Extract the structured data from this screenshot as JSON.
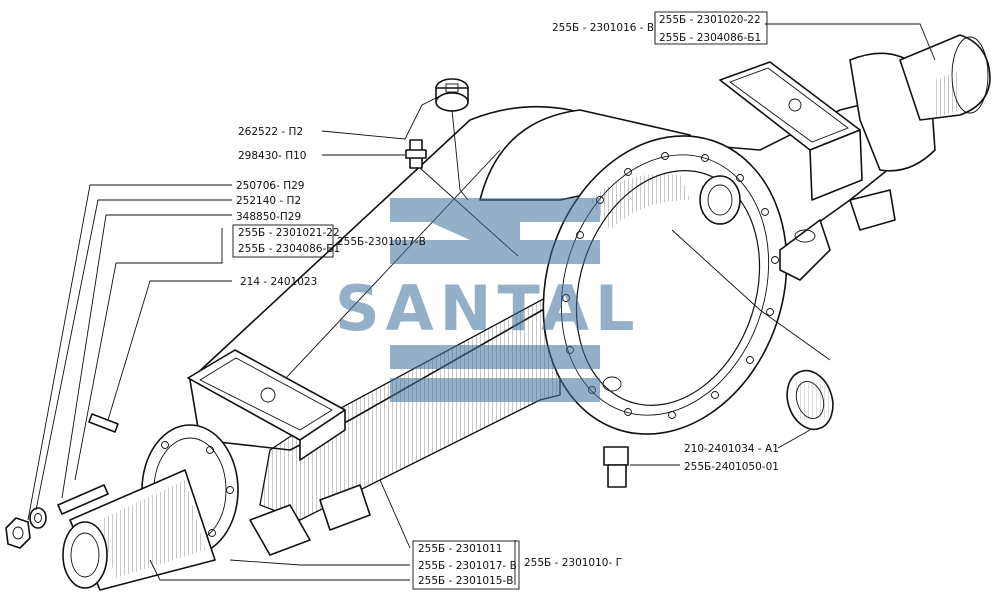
{
  "watermark": "SANTAL",
  "labels": {
    "top_right_main": "255Б - 2301016 - В",
    "top_right_a": "255Б - 2301020-22",
    "top_right_b": "255Б - 2304086-Б1",
    "l_262522": "262522 - П2",
    "l_298430": "298430- П10",
    "l_250706": "250706- П29",
    "l_252140": "252140 - П2",
    "l_348850": "348850-П29",
    "l_2301021": "255Б - 2301021-22",
    "l_2304086": "255Б - 2304086-Б1",
    "l_2301017_side": "255Б-2301017-В",
    "l_214": "214 - 2401023",
    "l_210": "210-2401034 - А1",
    "l_2401050": "255Б-2401050-01",
    "b_2301011": "255Б - 2301011",
    "b_2301017": "255Б - 2301017- В",
    "b_2301015": "255Б - 2301015-В",
    "b_2301010": "255Б - 2301010- Г"
  },
  "colors": {
    "line": "#111111",
    "watermark": "#3d6f9c",
    "background": "#ffffff"
  }
}
